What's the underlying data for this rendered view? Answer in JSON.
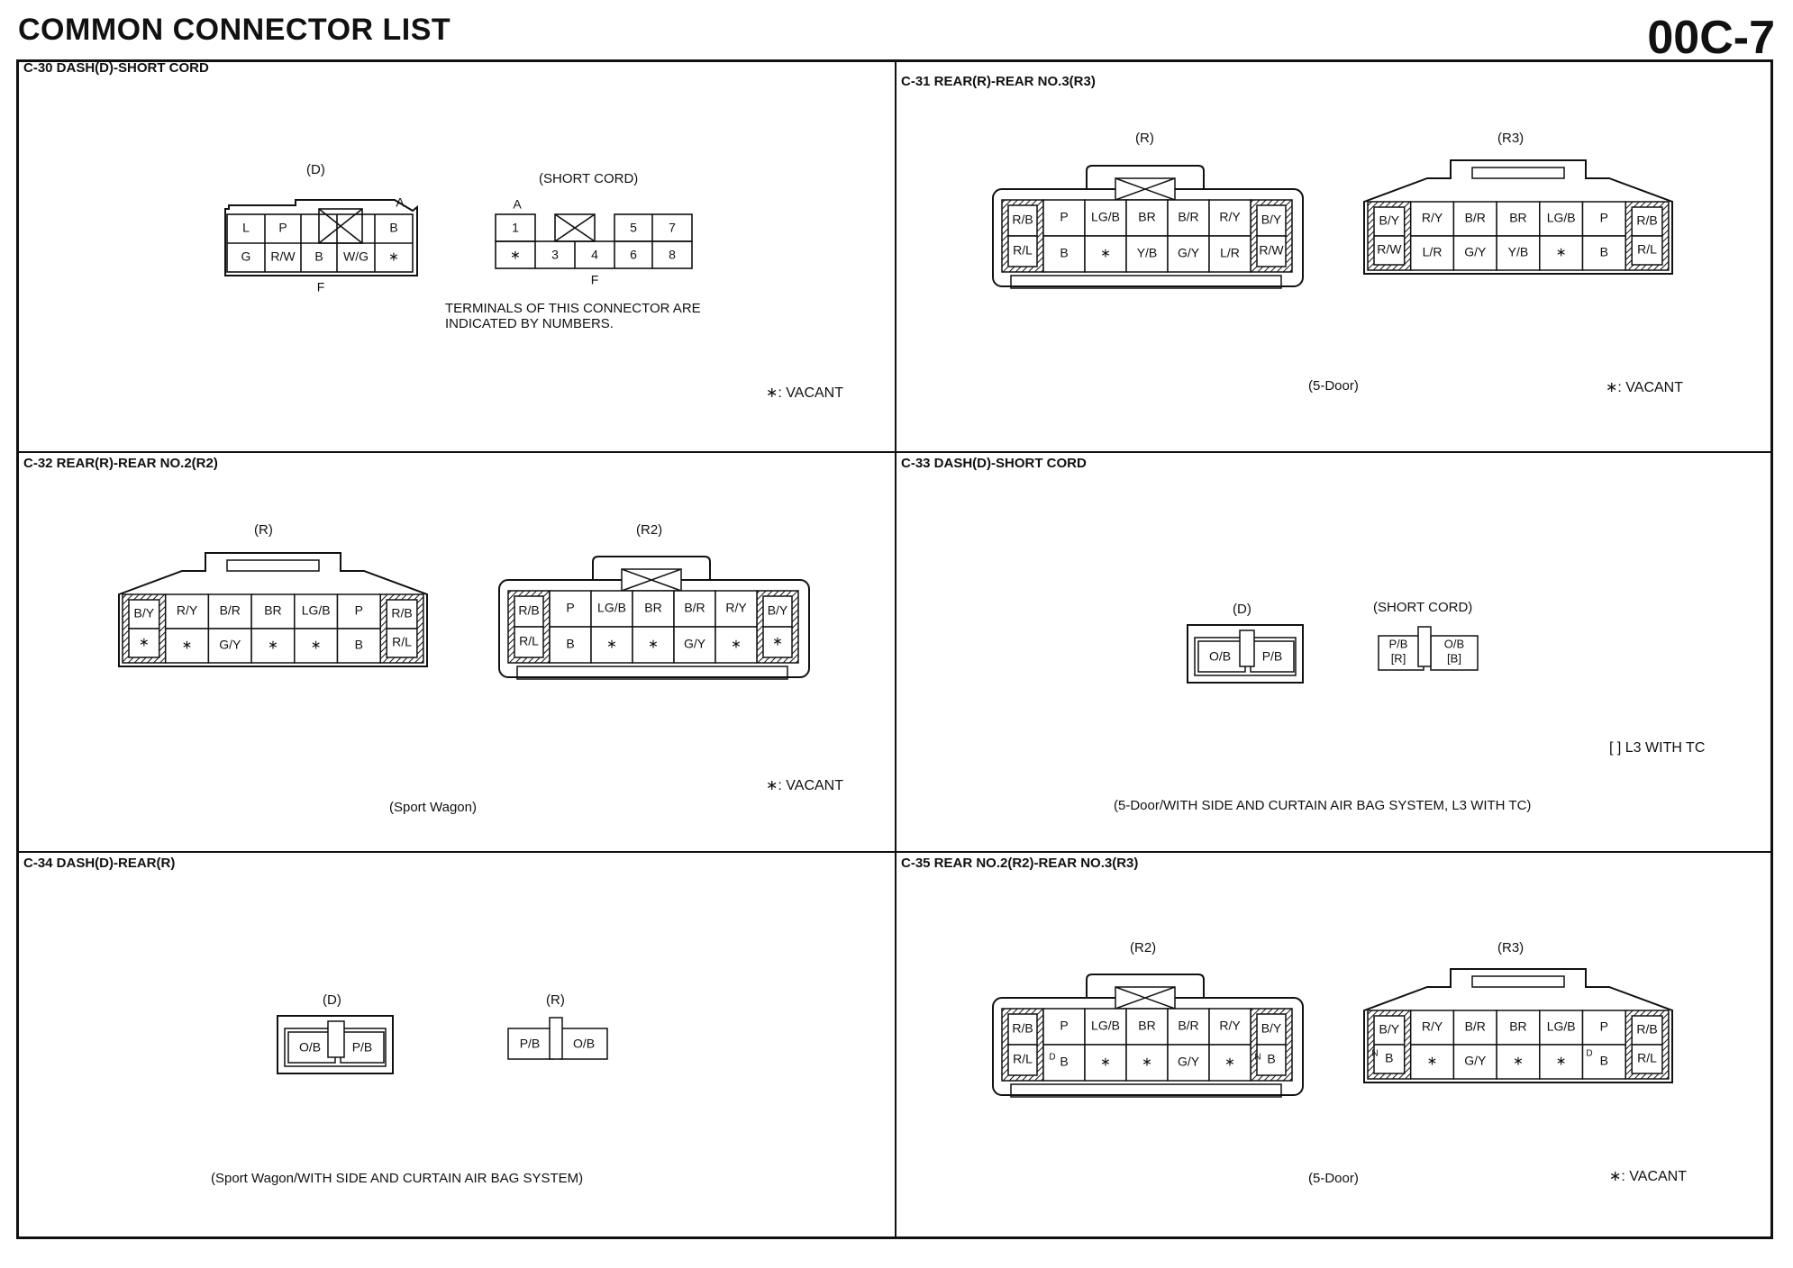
{
  "header": {
    "title": "COMMON CONNECTOR LIST",
    "page": "00C-7"
  },
  "vacant_legend": "∗: VACANT",
  "c30": {
    "title": "C-30 DASH(D)-SHORT CORD",
    "d_label": "(D)",
    "sc_label": "(SHORT CORD)",
    "mark_a": "A",
    "mark_f": "F",
    "d_top": [
      "L",
      "P",
      "B"
    ],
    "d_bot": [
      "G",
      "R/W",
      "B",
      "W/G",
      "∗"
    ],
    "sc_top": [
      "1",
      "5",
      "7"
    ],
    "sc_bot": [
      "∗",
      "3",
      "4",
      "6",
      "8"
    ],
    "note": "TERMINALS OF THIS CONNECTOR ARE\nINDICATED BY NUMBERS."
  },
  "c31": {
    "title": "C-31 REAR(R)-REAR NO.3(R3)",
    "r_label": "(R)",
    "r3_label": "(R3)",
    "r_top": [
      "R/B",
      "P",
      "LG/B",
      "BR",
      "B/R",
      "R/Y",
      "B/Y"
    ],
    "r_bot": [
      "R/L",
      "B",
      "∗",
      "Y/B",
      "G/Y",
      "L/R",
      "R/W"
    ],
    "r3_top": [
      "B/Y",
      "R/Y",
      "B/R",
      "BR",
      "LG/B",
      "P",
      "R/B"
    ],
    "r3_bot": [
      "R/W",
      "L/R",
      "G/Y",
      "Y/B",
      "∗",
      "B",
      "R/L"
    ],
    "caption": "(5-Door)"
  },
  "c32": {
    "title": "C-32 REAR(R)-REAR NO.2(R2)",
    "r_label": "(R)",
    "r2_label": "(R2)",
    "r_top": [
      "B/Y",
      "R/Y",
      "B/R",
      "BR",
      "LG/B",
      "P",
      "R/B"
    ],
    "r_bot": [
      "∗",
      "∗",
      "G/Y",
      "∗",
      "∗",
      "B",
      "R/L"
    ],
    "r2_top": [
      "R/B",
      "P",
      "LG/B",
      "BR",
      "B/R",
      "R/Y",
      "B/Y"
    ],
    "r2_bot": [
      "R/L",
      "B",
      "∗",
      "∗",
      "G/Y",
      "∗",
      "∗"
    ],
    "caption": "(Sport Wagon)"
  },
  "c33": {
    "title": "C-33 DASH(D)-SHORT CORD",
    "d_label": "(D)",
    "sc_label": "(SHORT CORD)",
    "d_pins": [
      "O/B",
      "P/B"
    ],
    "sc_pins": [
      "P/B",
      "O/B"
    ],
    "sc_sub": [
      "[R]",
      "[B]"
    ],
    "legend": "[ ] L3 WITH TC",
    "caption": "(5-Door/WITH SIDE AND CURTAIN AIR BAG SYSTEM, L3 WITH TC)"
  },
  "c34": {
    "title": "C-34 DASH(D)-REAR(R)",
    "d_label": "(D)",
    "r_label": "(R)",
    "d_pins": [
      "O/B",
      "P/B"
    ],
    "r_pins": [
      "P/B",
      "O/B"
    ],
    "caption": "(Sport Wagon/WITH SIDE AND CURTAIN AIR BAG SYSTEM)"
  },
  "c35": {
    "title": "C-35 REAR NO.2(R2)-REAR NO.3(R3)",
    "r2_label": "(R2)",
    "r3_label": "(R3)",
    "r2_top": [
      "R/B",
      "P",
      "LG/B",
      "BR",
      "B/R",
      "R/Y",
      "B/Y"
    ],
    "r2_bot": [
      "R/L",
      "B",
      "∗",
      "∗",
      "G/Y",
      "∗",
      "B"
    ],
    "r3_top": [
      "B/Y",
      "R/Y",
      "B/R",
      "BR",
      "LG/B",
      "P",
      "R/B"
    ],
    "r3_bot": [
      "B",
      "∗",
      "G/Y",
      "∗",
      "∗",
      "B",
      "R/L"
    ],
    "mark_d": "D",
    "mark_n": "N",
    "caption": "(5-Door)"
  }
}
